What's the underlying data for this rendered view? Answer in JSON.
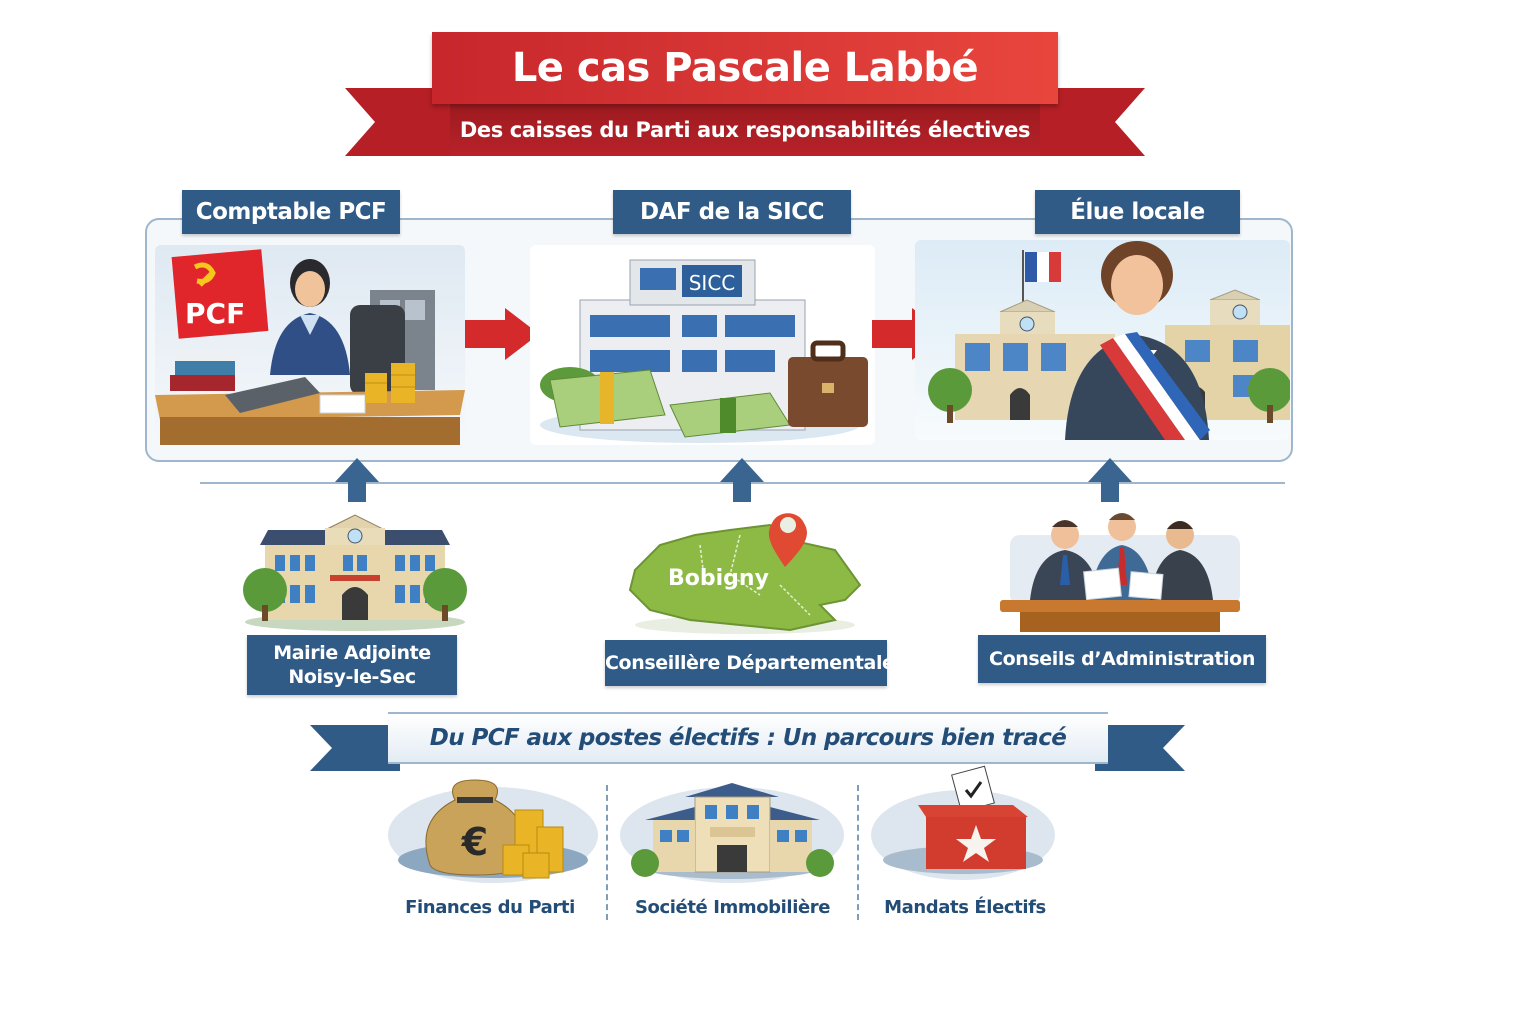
{
  "title": {
    "main": "Le cas Pascale Labbé",
    "subtitle": "Des caisses du Parti aux responsabilités électives"
  },
  "colors": {
    "ribbon_red": "#c7272c",
    "label_blue": "#2f5b86",
    "arrow_red": "#d42a2c",
    "text_blue": "#234d77"
  },
  "steps": [
    {
      "label": "Comptable PCF",
      "logo_text": "PCF",
      "icon": "accountant-desk-icon"
    },
    {
      "label": "DAF de la SICC",
      "sign_text": "SICC",
      "icon": "office-building-money-icon"
    },
    {
      "label": "Élue locale",
      "icon": "elected-official-sash-icon"
    }
  ],
  "roles": [
    {
      "label_line1": "Mairie Adjointe",
      "label_line2": "Noisy-le-Sec",
      "icon": "town-hall-icon"
    },
    {
      "label": "Conseillère Départementale",
      "map_text": "Bobigny",
      "icon": "map-pin-icon"
    },
    {
      "label": "Conseils d’Administration",
      "icon": "board-meeting-icon"
    }
  ],
  "banner": {
    "text": "Du PCF aux postes électifs : Un parcours bien tracé"
  },
  "categories": [
    {
      "label": "Finances du Parti",
      "icon": "money-bag-euro-icon"
    },
    {
      "label": "Société Immobilière",
      "icon": "building-icon"
    },
    {
      "label": "Mandats Électifs",
      "icon": "ballot-box-icon"
    }
  ]
}
